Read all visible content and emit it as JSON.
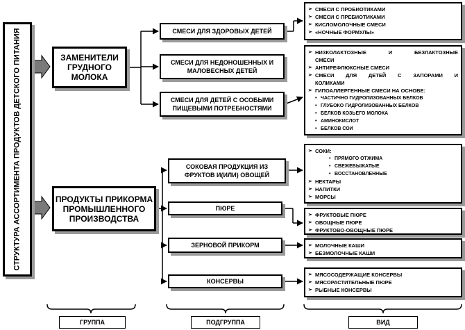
{
  "root": {
    "title": "СТРУКТУРА АССОРТИМЕНТА ПРОДУКТОВ ДЕТСКОГО ПИТАНИЯ"
  },
  "groups": [
    {
      "label": "ЗАМЕНИТЕЛИ ГРУДНОГО МОЛОКА"
    },
    {
      "label": "ПРОДУКТЫ ПРИКОРМА ПРОМЫШЛЕННОГО ПРОИЗВОДСТВА"
    }
  ],
  "subgroups": [
    {
      "label": "СМЕСИ ДЛЯ ЗДОРОВЫХ ДЕТЕЙ"
    },
    {
      "label": "СМЕСИ ДЛЯ НЕДОНОШЕННЫХ И МАЛОВЕСНЫХ ДЕТЕЙ"
    },
    {
      "label": "СМЕСИ ДЛЯ ДЕТЕЙ С ОСОБЫМИ ПИЩЕВЫМИ ПОТРЕБНОСТЯМИ"
    },
    {
      "label": "СОКОВАЯ ПРОДУКЦИЯ ИЗ ФРУКТОВ И(ИЛИ) ОВОЩЕЙ"
    },
    {
      "label": "ПЮРЕ"
    },
    {
      "label": "ЗЕРНОВОЙ ПРИКОРМ"
    },
    {
      "label": "КОНСЕРВЫ"
    }
  ],
  "types": [
    {
      "items": [
        "СМЕСИ С ПРОБИОТИКАМИ",
        "СМЕСИ С ПРЕБИОТИКАМИ",
        "КИСЛОМОЛОЧНЫЕ СМЕСИ",
        "«НОЧНЫЕ ФОРМУЛЫ»"
      ]
    },
    {
      "items": [
        "НИЗКОЛАКТОЗНЫЕ И БЕЗЛАКТОЗНЫЕ",
        "СМЕСИ",
        "АНТИРЕФЛЮКСНЫЕ СМЕСИ",
        "СМЕСИ ДЛЯ ДЕТЕЙ С ЗАПОРАМИ И",
        "КОЛИКАМИ",
        "ГИПОАЛЛЕРГЕННЫЕ СМЕСИ НА ОСНОВЕ:",
        "ЧАСТИЧНО ГИДРОЛИЗОВАННЫХ БЕЛКОВ",
        "ГЛУБОКО ГИДРОЛИЗОВАННЫХ БЕЛКОВ",
        "БЕЛКОВ КОЗЬЕГО МОЛОКА",
        "АМИНОКИСЛОТ",
        "БЕЛКОВ СОИ"
      ]
    },
    {
      "items": [
        "СОКИ:",
        "ПРЯМОГО ОТЖИМА",
        "СВЕЖЕВЫЖАТЫЕ",
        "ВОССТАНОВЛЕННЫЕ",
        "НЕКТАРЫ",
        "НАПИТКИ",
        "МОРСЫ"
      ]
    },
    {
      "items": [
        "ФРУКТОВЫЕ ПЮРЕ",
        "ОВОЩНЫЕ ПЮРЕ",
        "ФРУКТОВО-ОВОЩНЫЕ ПЮРЕ"
      ]
    },
    {
      "items": [
        "МОЛОЧНЫЕ КАШИ",
        "БЕЗМОЛОЧНЫЕ КАШИ"
      ]
    },
    {
      "items": [
        "МЯСОСОДЕРЖАЩИЕ КОНСЕРВЫ",
        "МЯСОРАСТИТЕЛЬНЫЕ ПЮРЕ",
        "РЫБНЫЕ КОНСЕРВЫ"
      ]
    }
  ],
  "footer": {
    "group": "ГРУППА",
    "subgroup": "ПОДГРУППА",
    "type": "ВИД"
  }
}
